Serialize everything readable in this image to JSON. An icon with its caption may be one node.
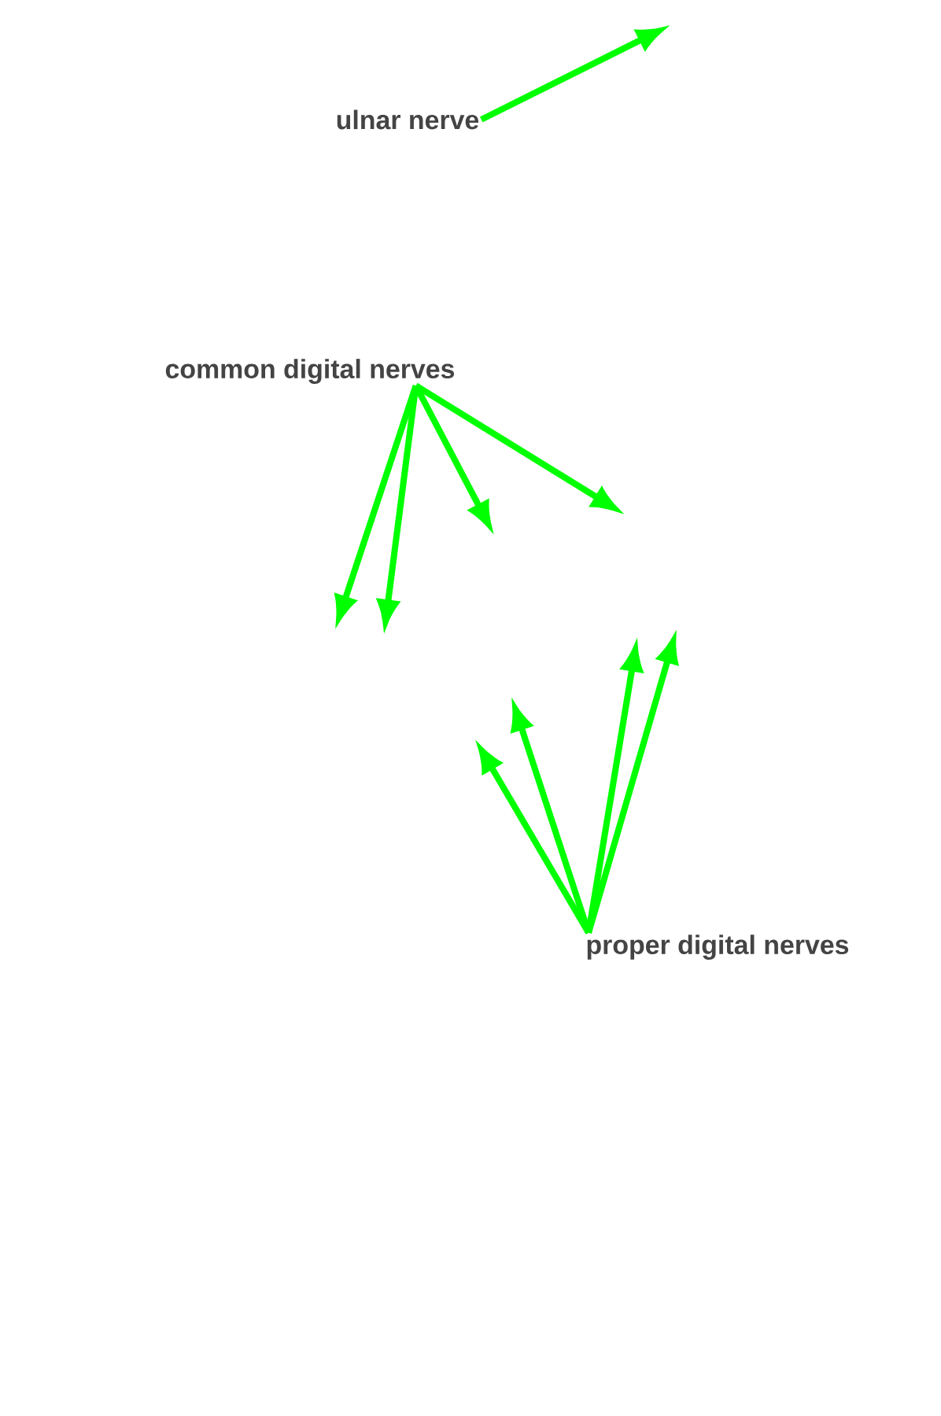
{
  "diagram": {
    "nodes": [
      {
        "text": [
          "ulnar nerve"
        ]
      },
      {
        "text": [
          "common digital nerves"
        ]
      },
      {
        "text": [
          "proper digital nerves"
        ]
      }
    ],
    "edges": [
      {
        "from": 0,
        "to": null,
        "arrow": "to"
      },
      {
        "from": 1,
        "to": null,
        "arrow": "to"
      },
      {
        "from": 1,
        "to": null,
        "arrow": "to"
      },
      {
        "from": 1,
        "to": null,
        "arrow": "to"
      },
      {
        "from": 1,
        "to": null,
        "arrow": "to"
      },
      {
        "from": 2,
        "to": null,
        "arrow": "to"
      },
      {
        "from": 2,
        "to": null,
        "arrow": "to"
      },
      {
        "from": 2,
        "to": null,
        "arrow": "to"
      },
      {
        "from": 2,
        "to": null,
        "arrow": "to"
      }
    ]
  }
}
